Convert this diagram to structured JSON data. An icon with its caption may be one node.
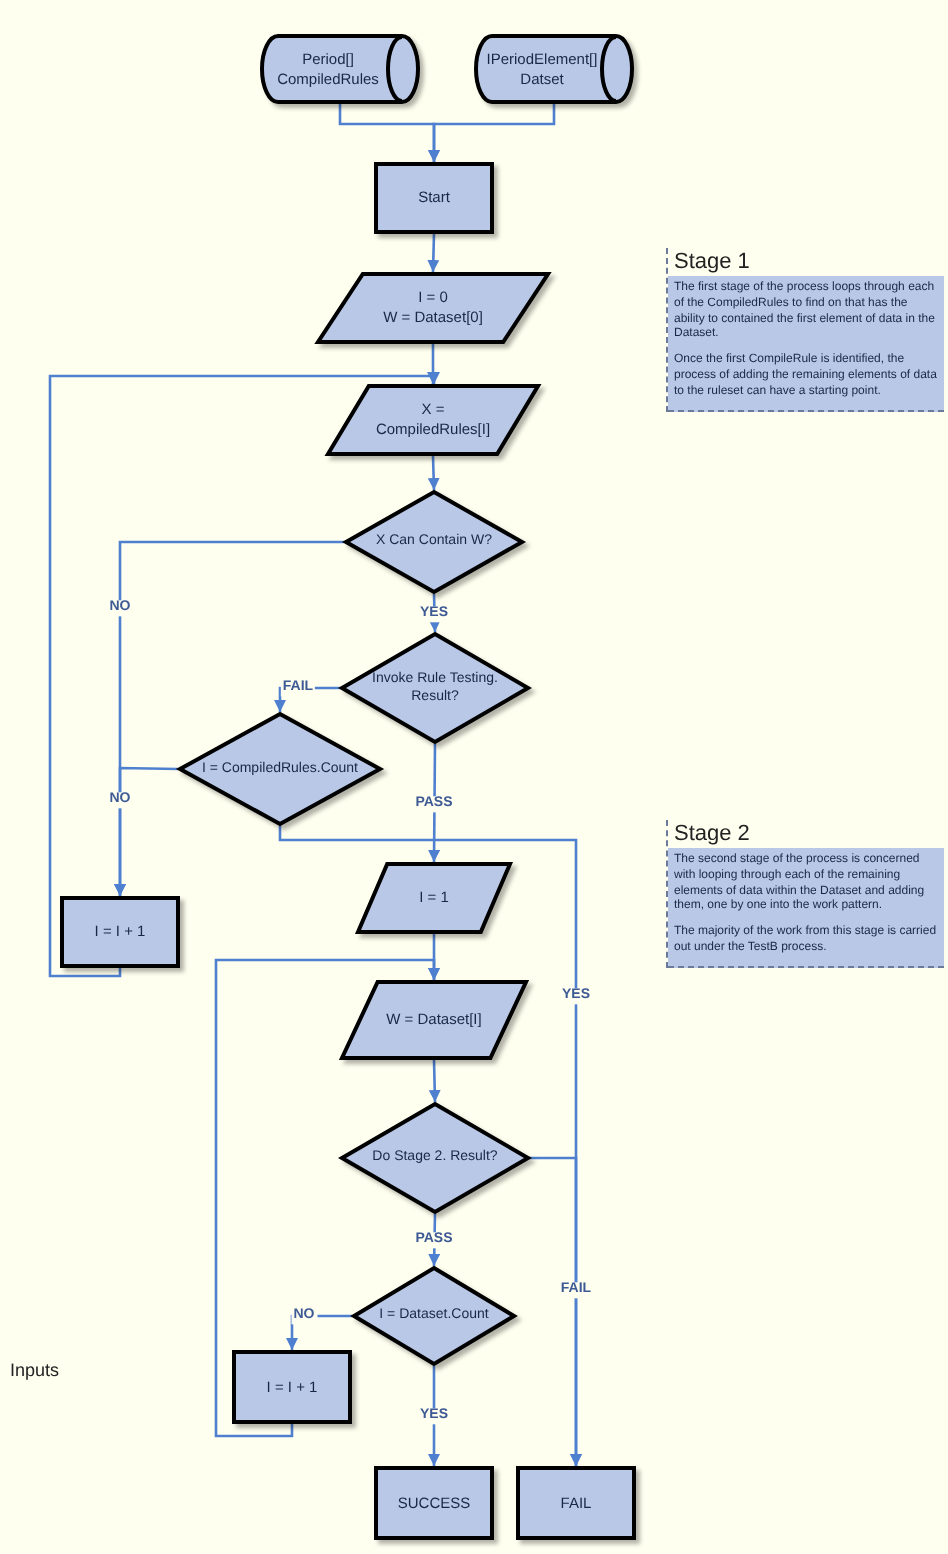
{
  "diagram": {
    "nodes": [
      {
        "text": [
          "Period[]",
          "CompiledRules"
        ]
      },
      {
        "text": [
          "IPeriodElement[]",
          "Datset"
        ]
      },
      {
        "text": [
          "Start"
        ]
      },
      {
        "text": [
          "I = 0",
          "W = Dataset[0]"
        ]
      },
      {
        "text": [
          "X =",
          "CompiledRules[I]"
        ]
      },
      {
        "text": [
          "X Can Contain W?"
        ]
      },
      {
        "text": [
          "Invoke Rule Testing. Result?"
        ]
      },
      {
        "text": [
          "I = CompiledRules.Count"
        ]
      },
      {
        "text": [
          "I = I + 1"
        ]
      },
      {
        "text": [
          "I = 1"
        ]
      },
      {
        "text": [
          "W = Dataset[I]"
        ]
      },
      {
        "text": [
          "Do Stage 2. Result?"
        ]
      },
      {
        "text": [
          "I = Dataset.Count"
        ]
      },
      {
        "text": [
          "I = I + 1"
        ]
      },
      {
        "text": [
          "SUCCESS"
        ]
      },
      {
        "text": [
          "FAIL"
        ]
      },
      {
        "text": [
          "Stage 1",
          "The first stage of the process loops through each of the CompiledRules to find on that has the ability to contained the first element of data in the Dataset.",
          "Once the first CompileRule is identified, the process of adding the remaining elements of data to the ruleset can have a starting point."
        ]
      },
      {
        "text": [
          "Stage 2",
          "The second stage of the process is concerned with looping through each of the remaining elements of data within the Dataset and adding them, one by one into the work pattern.",
          "The majority of the work from this stage is carried out under the TestB process."
        ]
      }
    ],
    "edges": [
      {
        "from": 0,
        "to": 2,
        "arrow": "to"
      },
      {
        "from": 1,
        "to": 2,
        "arrow": "to"
      },
      {
        "from": 2,
        "to": 3,
        "arrow": "to"
      },
      {
        "from": 3,
        "to": 4,
        "arrow": "to"
      },
      {
        "from": 4,
        "to": 5,
        "arrow": "to"
      },
      {
        "from": 5,
        "to": 6,
        "arrow": "to",
        "label": "YES"
      },
      {
        "from": 5,
        "to": 8,
        "arrow": "to",
        "label": "NO"
      },
      {
        "from": 6,
        "to": 7,
        "arrow": "to",
        "label": "FAIL"
      },
      {
        "from": 6,
        "to": 9,
        "arrow": "to",
        "label": "PASS"
      },
      {
        "from": 7,
        "to": 8,
        "arrow": "to",
        "label": "NO"
      },
      {
        "from": 7,
        "to": 15,
        "arrow": "to",
        "label": "YES"
      },
      {
        "from": 11,
        "to": 15,
        "arrow": "to",
        "label": "FAIL"
      },
      {
        "from": 8,
        "to": 4,
        "arrow": "to"
      },
      {
        "from": 9,
        "to": 10,
        "arrow": "to"
      },
      {
        "from": 10,
        "to": 11,
        "arrow": "to"
      },
      {
        "from": 11,
        "to": 12,
        "arrow": "to",
        "label": "PASS"
      },
      {
        "from": 12,
        "to": 13,
        "arrow": "to",
        "label": "NO"
      },
      {
        "from": 12,
        "to": 14,
        "arrow": "to",
        "label": "YES"
      },
      {
        "from": 13,
        "to": 10,
        "arrow": "to"
      }
    ],
    "labels": [
      "Inputs"
    ]
  }
}
